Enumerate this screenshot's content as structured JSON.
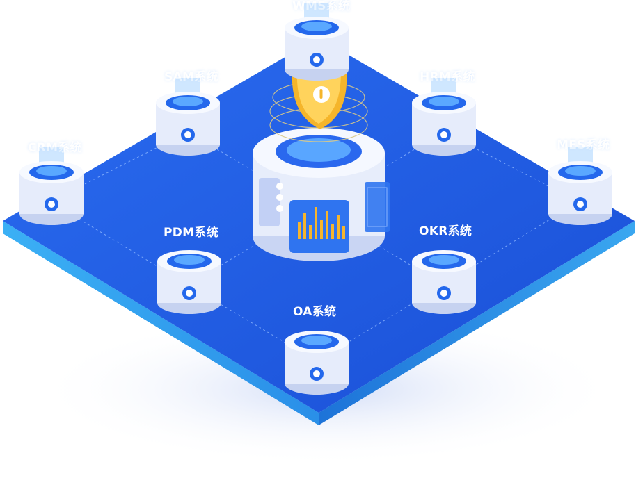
{
  "systems": [
    {
      "id": "pdm",
      "label": "PDM系统"
    },
    {
      "id": "okr",
      "label": "OKR系统"
    },
    {
      "id": "oa",
      "label": "OA系统"
    },
    {
      "id": "wms",
      "label": "WMS系统"
    },
    {
      "id": "sam",
      "label": "SAM系统"
    },
    {
      "id": "hrm",
      "label": "HRM系统"
    },
    {
      "id": "crm",
      "label": "CRM系统"
    },
    {
      "id": "mes",
      "label": "MES系统"
    }
  ],
  "colors": {
    "platform": "#1f5fe0",
    "platform_edge": "#38a3f0",
    "node_body": "#e9effc",
    "glow": "#3a8cff",
    "shield": "#f5b52b"
  }
}
